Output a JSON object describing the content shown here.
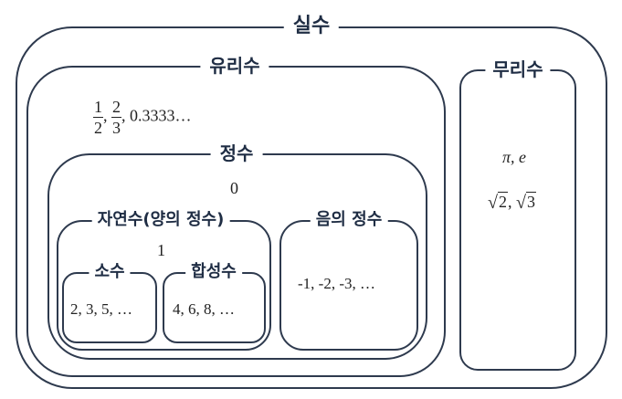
{
  "real": {
    "title": "실수"
  },
  "rational": {
    "title": "유리수",
    "examples": {
      "frac1_num": "1",
      "frac1_den": "2",
      "sep1": ",",
      "frac2_num": "2",
      "frac2_den": "3",
      "tail": ", 0.3333…"
    }
  },
  "integer": {
    "title": "정수",
    "zero": "0"
  },
  "natural": {
    "title": "자연수(양의 정수)",
    "one": "1"
  },
  "prime": {
    "title": "소수",
    "examples": "2, 3, 5, …"
  },
  "composite": {
    "title": "합성수",
    "examples": "4, 6, 8, …"
  },
  "negative": {
    "title": "음의 정수",
    "examples": "-1, -2, -3, …"
  },
  "irrational": {
    "title": "무리수",
    "line1": "π, e",
    "sqrt2": "2",
    "sqrt_sep": ",",
    "sqrt3": "3"
  },
  "colors": {
    "border": "#2e3a4e",
    "title": "#1f2d44",
    "text": "#222222"
  }
}
